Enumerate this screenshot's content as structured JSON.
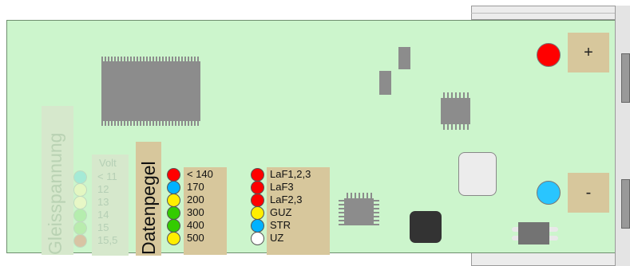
{
  "power": {
    "plus_label": "+",
    "minus_label": "-"
  },
  "gleisspannung": {
    "title": "Gleisspannung",
    "unit": "Volt",
    "levels": [
      {
        "label": "< 11",
        "color": "#a5ead6"
      },
      {
        "label": "12",
        "color": "#e3f7c2"
      },
      {
        "label": "13",
        "color": "#e7f7c6"
      },
      {
        "label": "14",
        "color": "#b5edae"
      },
      {
        "label": "15",
        "color": "#b9ecae"
      },
      {
        "label": "15,5",
        "color": "#d8c4a4"
      }
    ]
  },
  "datenpegel": {
    "title": "Datenpegel",
    "levels": [
      {
        "label": "< 140",
        "color": "#ff0000"
      },
      {
        "label": "170",
        "color": "#00b2ff"
      },
      {
        "label": "200",
        "color": "#ffee00"
      },
      {
        "label": "300",
        "color": "#33cc00"
      },
      {
        "label": "400",
        "color": "#33cc00"
      },
      {
        "label": "500",
        "color": "#ffee00"
      }
    ]
  },
  "signals": [
    {
      "label": "LaF1,2,3",
      "color": "#ff0000"
    },
    {
      "label": "LaF3",
      "color": "#ff0000"
    },
    {
      "label": "LaF2,3",
      "color": "#ff0000"
    },
    {
      "label": "GUZ",
      "color": "#ffee00"
    },
    {
      "label": "STR",
      "color": "#00b2ff"
    },
    {
      "label": "UZ",
      "color": "#ffffff"
    }
  ]
}
